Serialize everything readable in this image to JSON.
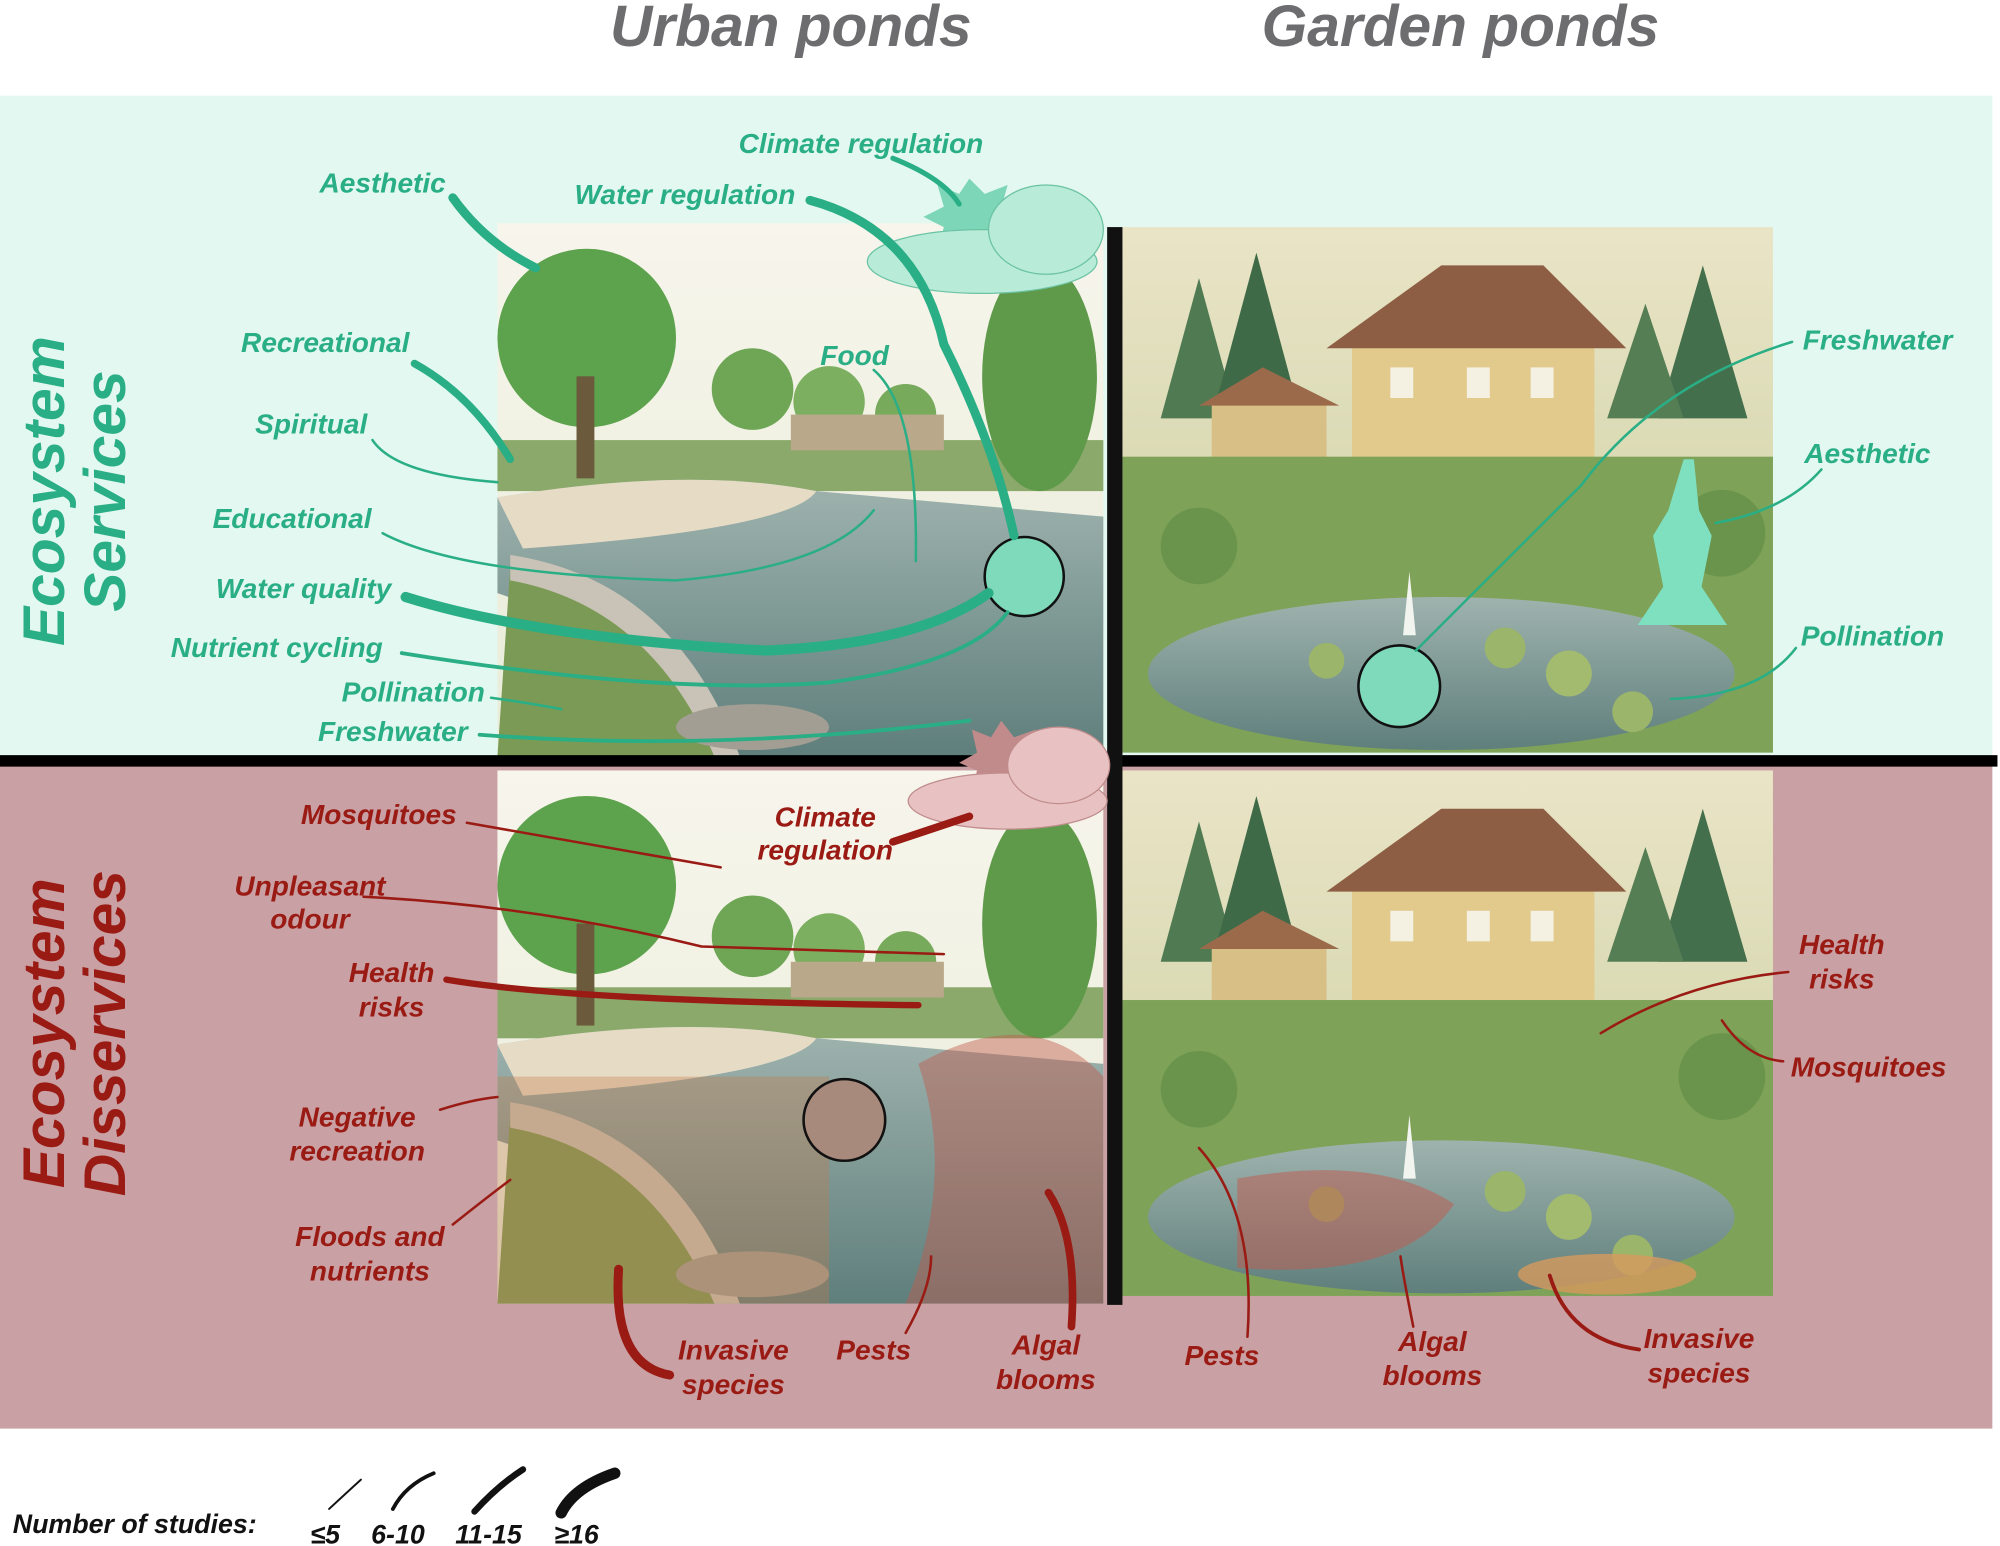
{
  "headers": {
    "urban": "Urban ponds",
    "garden": "Garden ponds"
  },
  "rows": {
    "services": {
      "line1": "Ecosystem",
      "line2": "Services"
    },
    "disservices": {
      "line1": "Ecosystem",
      "line2": "Disservices"
    }
  },
  "colors": {
    "services": "#2aae85",
    "disservices": "#9a1a14",
    "services_bg": "#e2f8f0",
    "disservices_bg": "#c9a0a3"
  },
  "urban_services": {
    "climate_regulation": "Climate regulation",
    "aesthetic": "Aesthetic",
    "water_regulation": "Water regulation",
    "recreational": "Recreational",
    "food": "Food",
    "spiritual": "Spiritual",
    "educational": "Educational",
    "water_quality": "Water quality",
    "nutrient_cycling": "Nutrient cycling",
    "pollination": "Pollination",
    "freshwater": "Freshwater"
  },
  "garden_services": {
    "freshwater": "Freshwater",
    "aesthetic": "Aesthetic",
    "pollination": "Pollination"
  },
  "urban_disservices": {
    "mosquitoes": "Mosquitoes",
    "climate_regulation": [
      "Climate",
      "regulation"
    ],
    "unpleasant_odour": [
      "Unpleasant",
      "odour"
    ],
    "health_risks": [
      "Health",
      "risks"
    ],
    "negative_recreation": [
      "Negative",
      "recreation"
    ],
    "floods_nutrients": [
      "Floods and",
      "nutrients"
    ],
    "invasive_species": [
      "Invasive",
      "species"
    ],
    "pests": "Pests",
    "algal_blooms": [
      "Algal",
      "blooms"
    ]
  },
  "garden_disservices": {
    "health_risks": [
      "Health",
      "risks"
    ],
    "mosquitoes": "Mosquitoes",
    "pests": "Pests",
    "algal_blooms": [
      "Algal",
      "blooms"
    ],
    "invasive_species": [
      "Invasive",
      "species"
    ]
  },
  "legend": {
    "title": "Number of studies:",
    "items": [
      "≤5",
      "6-10",
      "11-15",
      "≥16"
    ]
  }
}
